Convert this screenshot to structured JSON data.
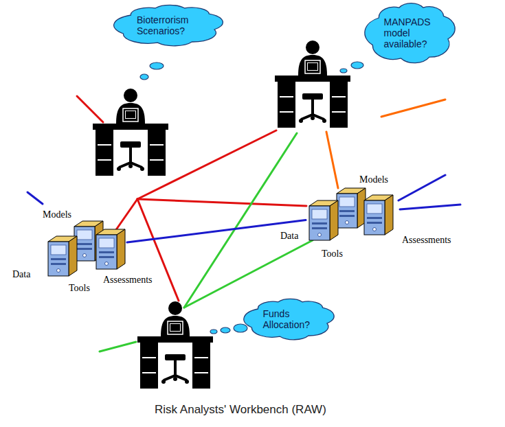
{
  "diagram": {
    "caption": "Risk Analysts' Workbench (RAW)",
    "nodes": [
      {
        "text": [
          "Bioterrorism Scenarios?"
        ]
      },
      {
        "text": [
          "MANPADS model available?"
        ]
      },
      {
        "text": [
          "Models",
          "Data",
          "Assessments",
          "Tools"
        ]
      },
      {
        "text": [
          "Models",
          "Data",
          "Assessments",
          "Tools"
        ]
      },
      {
        "text": [
          "Funds Allocation?"
        ]
      }
    ],
    "edges": [
      {
        "from": 2,
        "to": 3,
        "arrow": "none"
      }
    ]
  }
}
